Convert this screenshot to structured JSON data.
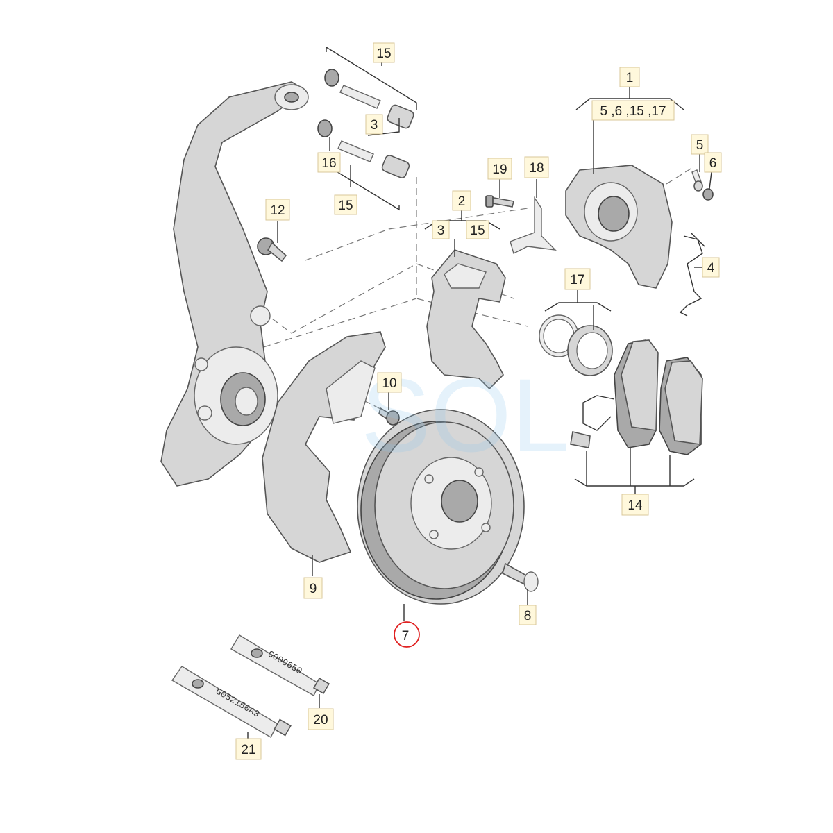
{
  "callouts": {
    "c1": "1",
    "c1_group": "5 ,6 ,15 ,17",
    "c2": "2",
    "c2_sub_a": "3",
    "c2_sub_b": "15",
    "c3": "3",
    "c4": "4",
    "c5": "5",
    "c6": "6",
    "c7": "7",
    "c8": "8",
    "c9": "9",
    "c10": "10",
    "c12": "12",
    "c14": "14",
    "c15_top": "15",
    "c15_low": "15",
    "c16": "16",
    "c17": "17",
    "c18": "18",
    "c19": "19",
    "c20": "20",
    "c21": "21"
  },
  "tubes": {
    "tube20_text": "G000650",
    "tube21_text": "G052150A3"
  },
  "watermark": "SOL",
  "highlight_color": "#e02020",
  "label_fill": "#fff8dc"
}
